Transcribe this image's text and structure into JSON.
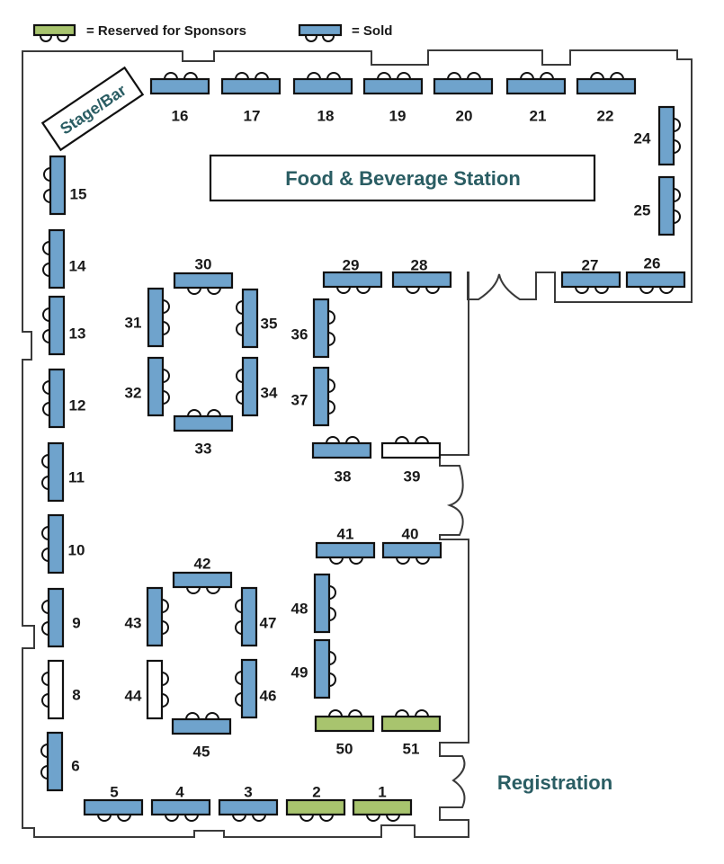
{
  "legend": [
    {
      "status": "sponsor",
      "label": "= Reserved for Sponsors"
    },
    {
      "status": "sold",
      "label": "= Sold"
    }
  ],
  "colors": {
    "sold": "#6fa3cc",
    "sponsor": "#a8c46e",
    "available": "#ffffff",
    "label_teal": "#2a5d63",
    "wall": "#3a3a3a"
  },
  "areas": {
    "stage_bar": "Stage/Bar",
    "food_station": "Food & Beverage Station",
    "registration": "Registration"
  },
  "tables": [
    {
      "id": "1",
      "status": "sponsor"
    },
    {
      "id": "2",
      "status": "sponsor"
    },
    {
      "id": "3",
      "status": "sold"
    },
    {
      "id": "4",
      "status": "sold"
    },
    {
      "id": "5",
      "status": "sold"
    },
    {
      "id": "6",
      "status": "sold"
    },
    {
      "id": "8",
      "status": "available"
    },
    {
      "id": "9",
      "status": "sold"
    },
    {
      "id": "10",
      "status": "sold"
    },
    {
      "id": "11",
      "status": "sold"
    },
    {
      "id": "12",
      "status": "sold"
    },
    {
      "id": "13",
      "status": "sold"
    },
    {
      "id": "14",
      "status": "sold"
    },
    {
      "id": "15",
      "status": "sold"
    },
    {
      "id": "16",
      "status": "sold"
    },
    {
      "id": "17",
      "status": "sold"
    },
    {
      "id": "18",
      "status": "sold"
    },
    {
      "id": "19",
      "status": "sold"
    },
    {
      "id": "20",
      "status": "sold"
    },
    {
      "id": "21",
      "status": "sold"
    },
    {
      "id": "22",
      "status": "sold"
    },
    {
      "id": "24",
      "status": "sold"
    },
    {
      "id": "25",
      "status": "sold"
    },
    {
      "id": "26",
      "status": "sold"
    },
    {
      "id": "27",
      "status": "sold"
    },
    {
      "id": "28",
      "status": "sold"
    },
    {
      "id": "29",
      "status": "sold"
    },
    {
      "id": "30",
      "status": "sold"
    },
    {
      "id": "31",
      "status": "sold"
    },
    {
      "id": "32",
      "status": "sold"
    },
    {
      "id": "33",
      "status": "sold"
    },
    {
      "id": "34",
      "status": "sold"
    },
    {
      "id": "35",
      "status": "sold"
    },
    {
      "id": "36",
      "status": "sold"
    },
    {
      "id": "37",
      "status": "sold"
    },
    {
      "id": "38",
      "status": "sold"
    },
    {
      "id": "39",
      "status": "available"
    },
    {
      "id": "40",
      "status": "sold"
    },
    {
      "id": "41",
      "status": "sold"
    },
    {
      "id": "42",
      "status": "sold"
    },
    {
      "id": "43",
      "status": "sold"
    },
    {
      "id": "44",
      "status": "available"
    },
    {
      "id": "45",
      "status": "sold"
    },
    {
      "id": "46",
      "status": "sold"
    },
    {
      "id": "47",
      "status": "sold"
    },
    {
      "id": "48",
      "status": "sold"
    },
    {
      "id": "49",
      "status": "sold"
    },
    {
      "id": "50",
      "status": "sponsor"
    },
    {
      "id": "51",
      "status": "sponsor"
    }
  ]
}
